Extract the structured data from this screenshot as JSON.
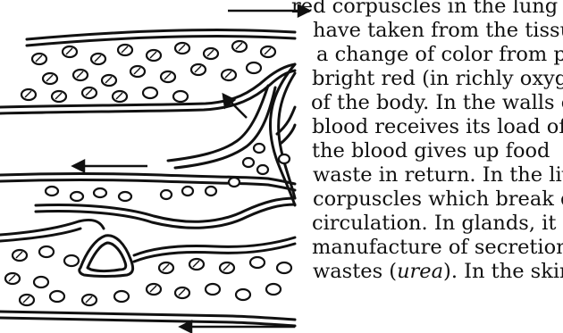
{
  "text": {
    "lines": [
      "red corpuscles in the lung",
      "have taken from the tissue",
      "a change of color from p",
      "bright red (in richly oxyge",
      "of the body. In the walls o",
      "blood receives its load of",
      "the blood gives up food",
      "waste in return. In the live",
      "corpuscles which break do",
      "circulation. In glands, it",
      "manufacture of secretion",
      "wastes (",
      "urea",
      "). In the skin,"
    ]
  },
  "figure": {
    "ink_color": "#111111",
    "paper_color": "#ffffff"
  }
}
